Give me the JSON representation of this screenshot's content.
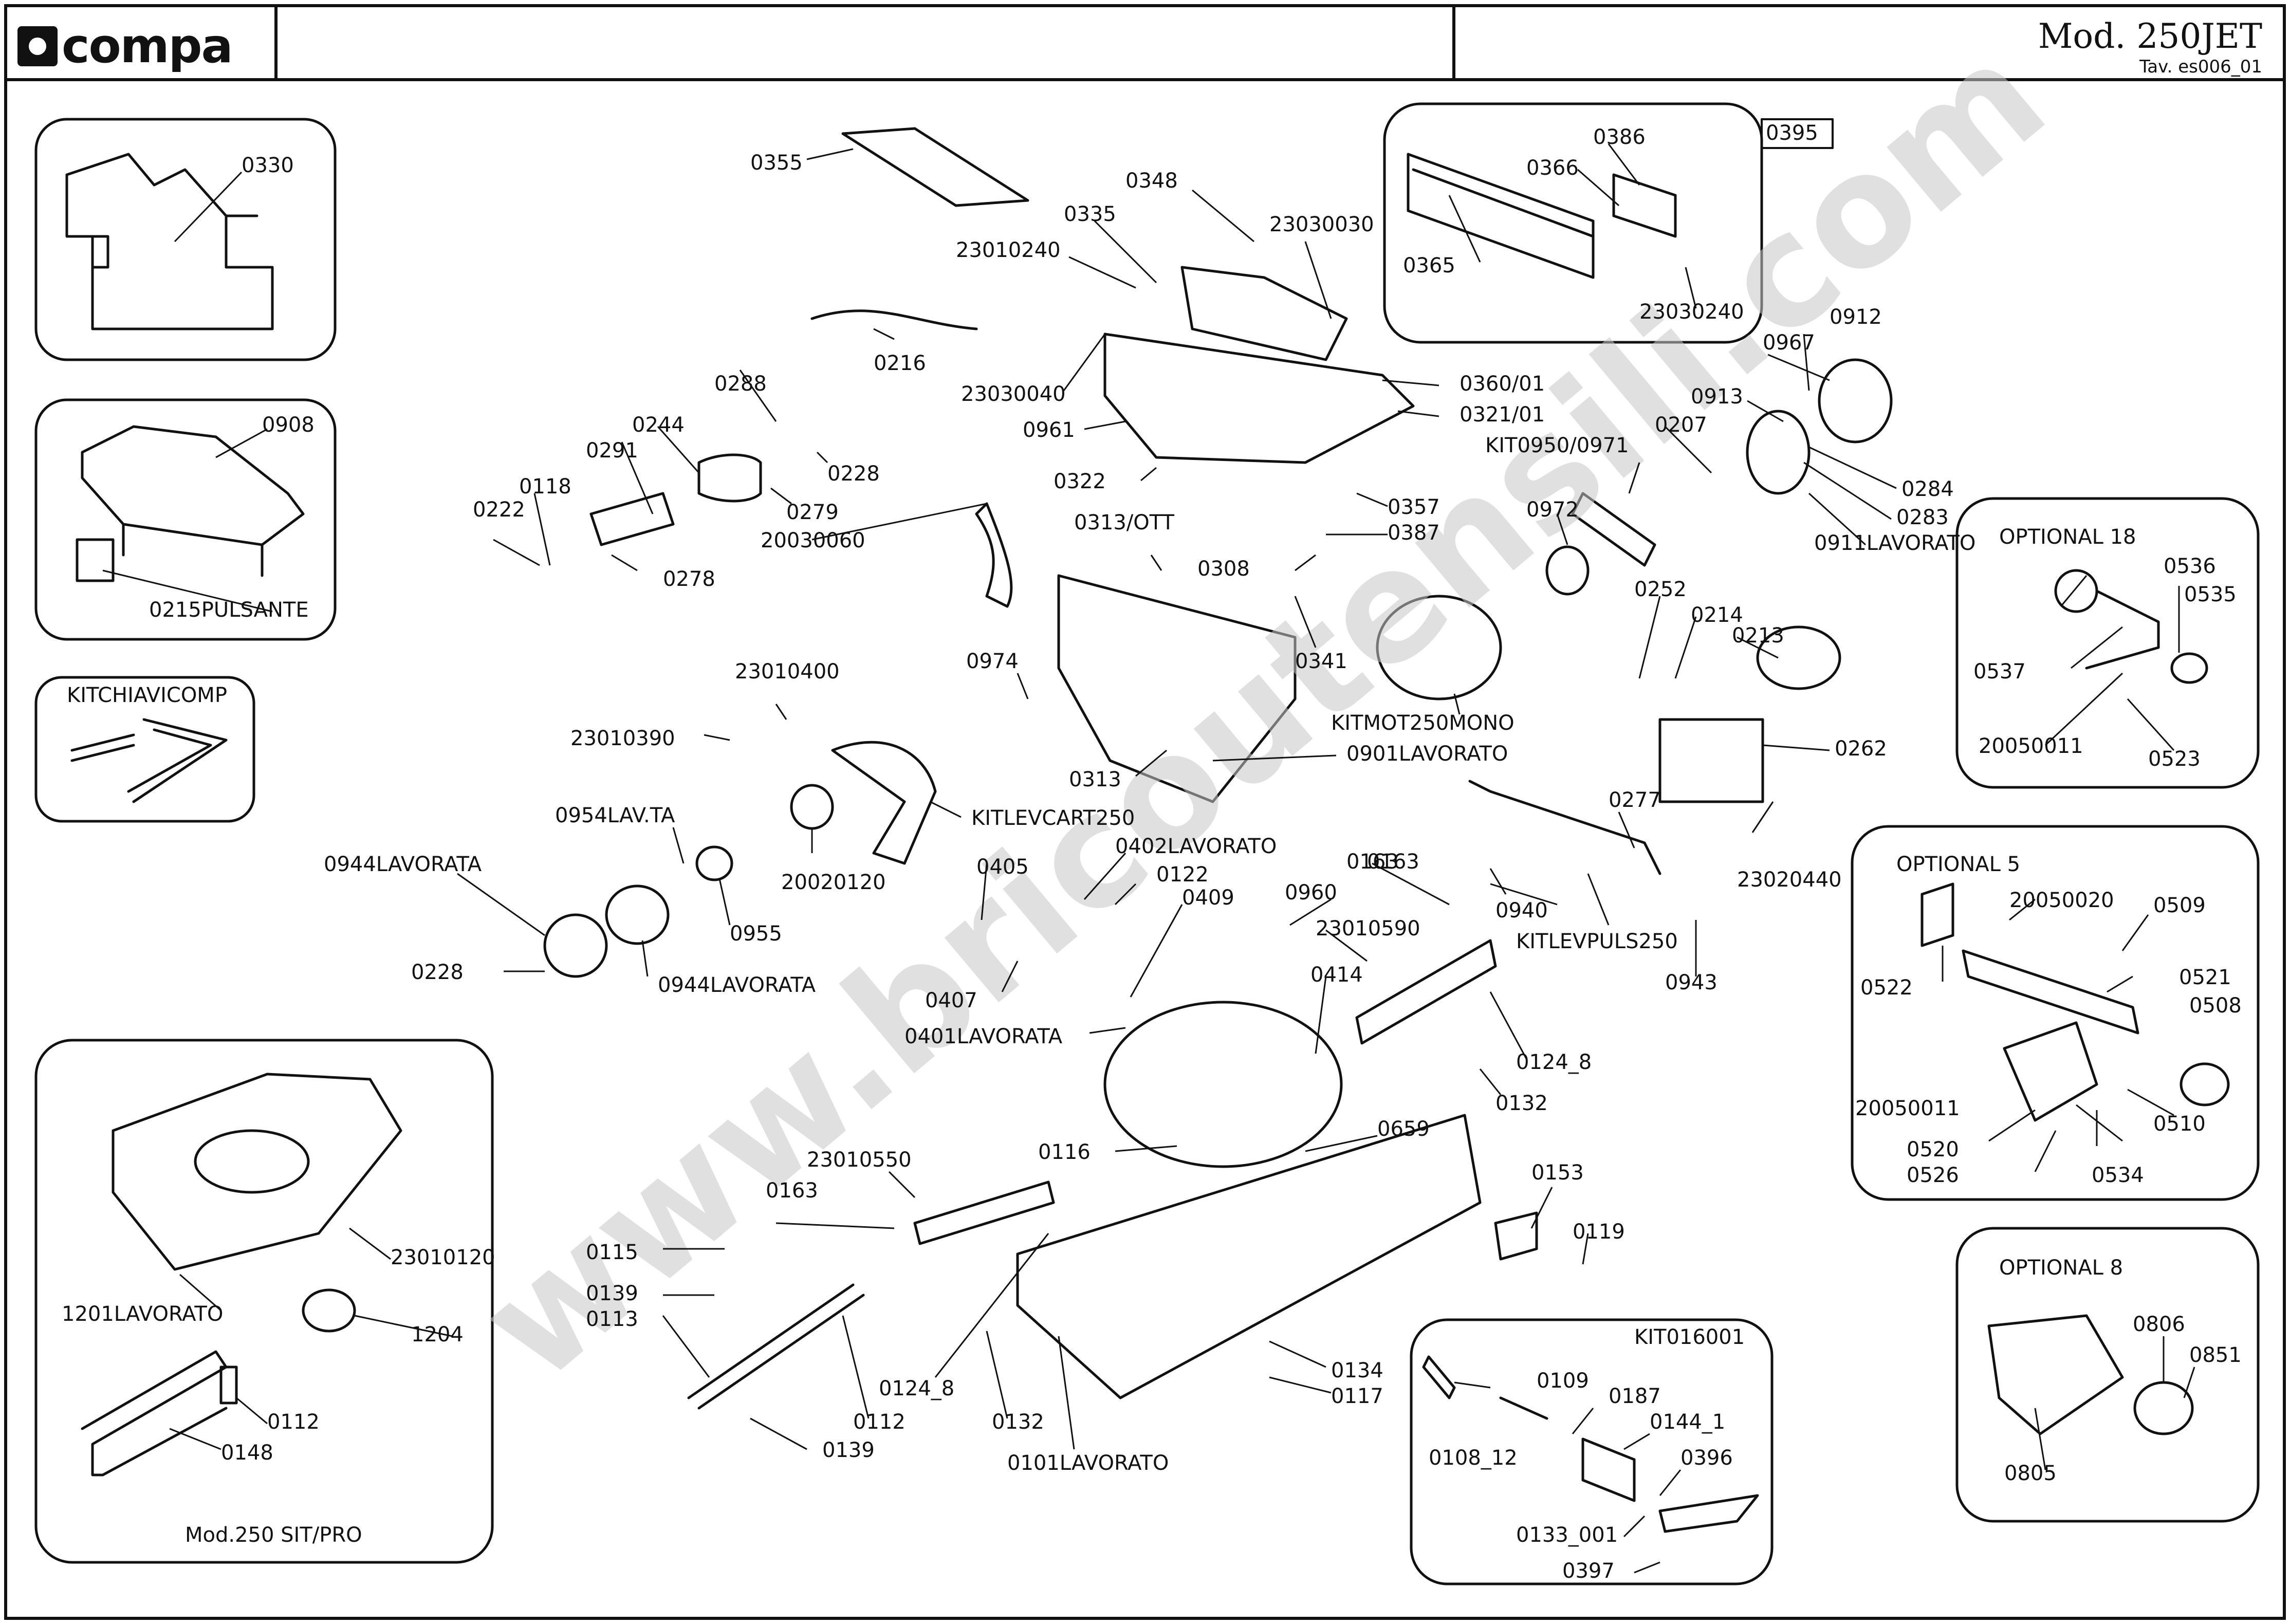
{
  "header": {
    "logo": "compa",
    "model": "Mod. 250JET",
    "table_no": "Tav. es006_01"
  },
  "watermark": "www.bricoutensili.com",
  "insets": {
    "i0330": {
      "title": "",
      "labels": [
        "0330"
      ]
    },
    "i0908": {
      "title": "",
      "labels": [
        "0908",
        "0215PULSANTE"
      ]
    },
    "ikit": {
      "title": "KITCHIAVICOMP",
      "labels": []
    },
    "i250sit": {
      "title": "Mod.250 SIT/PRO",
      "labels": [
        "23010120",
        "1201LAVORATO",
        "1204",
        "0112",
        "0148"
      ]
    },
    "i0395": {
      "title": "0395",
      "labels": [
        "0386",
        "0366",
        "0365",
        "23030240"
      ]
    },
    "opt18": {
      "title": "OPTIONAL 18",
      "labels": [
        "0536",
        "0535",
        "0537",
        "20050011",
        "0523"
      ]
    },
    "opt5": {
      "title": "OPTIONAL 5",
      "labels": [
        "20050020",
        "0509",
        "0522",
        "0521",
        "0508",
        "20050011",
        "0510",
        "0520",
        "0526",
        "0534"
      ]
    },
    "opt8": {
      "title": "OPTIONAL 8",
      "labels": [
        "0806",
        "0851",
        "0805"
      ]
    },
    "kit016": {
      "title": "KIT016001",
      "labels": [
        "0109",
        "0187",
        "0144_1",
        "0108_12",
        "0396",
        "0133_001",
        "0397"
      ]
    }
  },
  "callouts": [
    "0355",
    "0348",
    "0335",
    "23030030",
    "23010240",
    "0216",
    "23030040",
    "0360/01",
    "0321/01",
    "0961",
    "0322",
    "0357",
    "0387",
    "0308",
    "0288",
    "0244",
    "0291",
    "0118",
    "0222",
    "0228",
    "0279",
    "0278",
    "20030060",
    "0313/OTT",
    "0341",
    "0974",
    "23010400",
    "23010390",
    "0313",
    "0901LAVORATO",
    "KITLEVCART250",
    "20020120",
    "0954LAV.TA",
    "0944LAVORATA",
    "0955",
    "0944LAVORATA",
    "0228",
    "0405",
    "0402LAVORATO",
    "0122",
    "0409",
    "0407",
    "0401LAVORATA",
    "0960",
    "0414",
    "0116",
    "0659",
    "0163",
    "23010590",
    "0124_8",
    "0132",
    "23010550",
    "0163",
    "0115",
    "0139",
    "0113",
    "0112",
    "0139",
    "0124_8",
    "0132",
    "0101LAVORATO",
    "0134",
    "0117",
    "0153",
    "0119",
    "0967",
    "0912",
    "0913",
    "0207",
    "KIT0950/0971",
    "0284",
    "0283",
    "0911LAVORATO",
    "0972",
    "0252",
    "0214",
    "0213",
    "KITMOT250MONO",
    "0262",
    "0277",
    "23020440",
    "0940",
    "KITLEVPULS250",
    "0163",
    "0943"
  ]
}
